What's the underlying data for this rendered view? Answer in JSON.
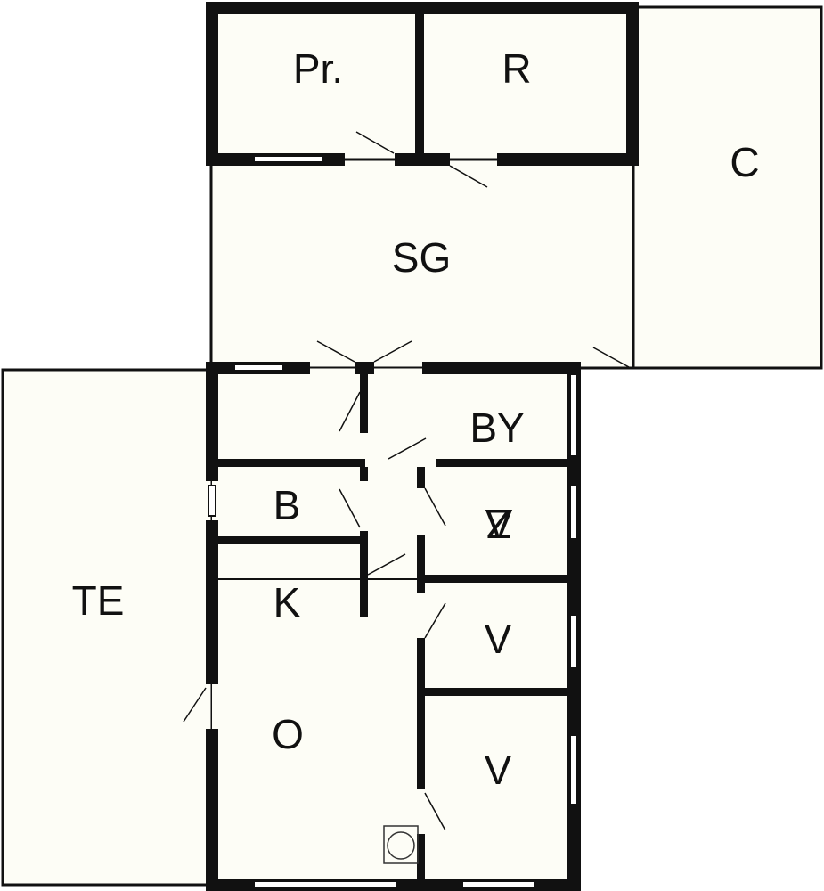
{
  "colors": {
    "floor": "#fdfdf6",
    "wall": "#111111",
    "background": "#ffffff",
    "window_glass": "#ffffff"
  },
  "rooms": {
    "pr": "Pr.",
    "r": "R",
    "c": "C",
    "sg": "SG",
    "te": "TE",
    "by": "BY",
    "b": "B",
    "k": "K",
    "z": "Z",
    "v1": "V",
    "v2": "V",
    "o": "O"
  }
}
